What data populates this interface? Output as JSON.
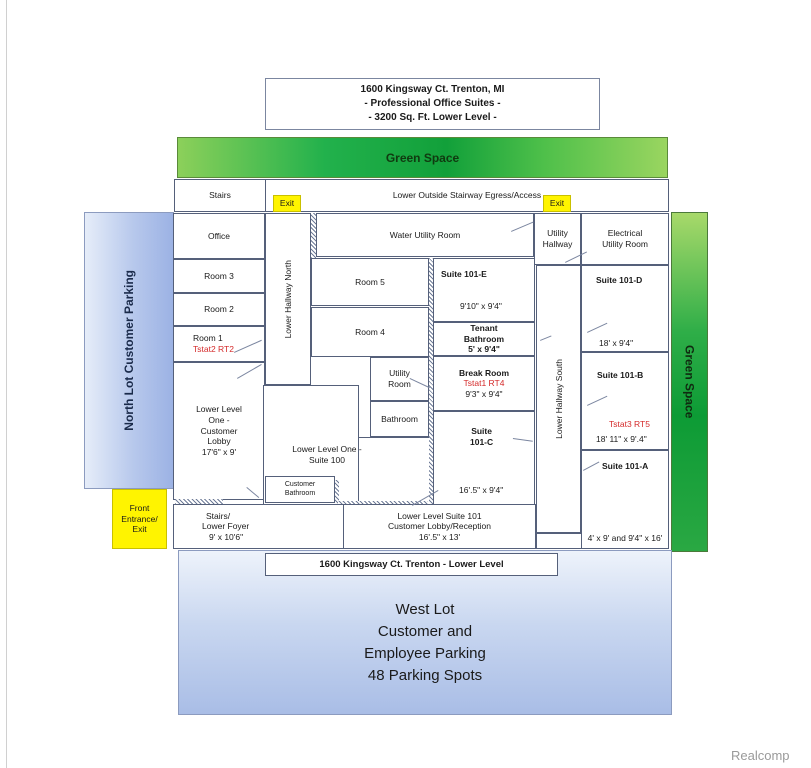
{
  "title": {
    "line1": "1600 Kingsway Ct. Trenton, MI",
    "line2": "- Professional Office Suites -",
    "line3": "-  3200 Sq. Ft. Lower Level -"
  },
  "green_space_top": "Green Space",
  "green_space_right": "Green Space",
  "north_lot": "North Lot Customer  Parking",
  "stairs_top": "Stairs",
  "stairway": "Lower Outside Stairway Egress/Access",
  "exit_left": "Exit",
  "exit_right": "Exit",
  "office": "Office",
  "room3": "Room 3",
  "room2": "Room 2",
  "room1": {
    "name": "Room 1",
    "tstat": "Tstat2 RT2"
  },
  "lobby": {
    "line1": "Lower Level",
    "line2": "One -",
    "line3": "Customer",
    "line4": "Lobby",
    "dims": "17'6\" x 9'"
  },
  "hallway_north": "Lower Hallway North",
  "water_utility": "Water Utility Room",
  "room5": "Room 5",
  "room4": "Room 4",
  "utility_room": {
    "line1": "Utility",
    "line2": "Room"
  },
  "bathroom": "Bathroom",
  "suite100": {
    "line1": "Lower Level One -",
    "line2": "Suite 100"
  },
  "customer_bathroom": {
    "line1": "Customer",
    "line2": "Bathroom"
  },
  "suite101e": {
    "name": "Suite 101-E",
    "dims": "9'10\" x 9'4\""
  },
  "tenant_bathroom": {
    "line1": "Tenant",
    "line2": "Bathroom",
    "dims": "5' x 9'4\""
  },
  "break_room": {
    "name": "Break Room",
    "tstat": "Tstat1 RT4",
    "dims": "9'3\" x 9'4\""
  },
  "suite101c": {
    "line1": "Suite",
    "line2": "101-C",
    "dims": "16'.5\" x 9'4\""
  },
  "utility_hallway": {
    "line1": "Utility",
    "line2": "Hallway"
  },
  "hallway_south": "Lower Hallway South",
  "electrical": {
    "line1": "Electrical",
    "line2": "Utility Room"
  },
  "suite101d": {
    "name": "Suite 101-D",
    "dims": "18' x 9'4\""
  },
  "suite101b": {
    "name": "Suite 101-B",
    "tstat": "Tstat3 RT5",
    "dims": "18' 11\" x 9'.4\""
  },
  "suite101a": {
    "name": "Suite 101-A",
    "dims": "4' x 9' and  9'4\" x 16'"
  },
  "front_entrance": {
    "line1": "Front",
    "line2": "Entrance/",
    "line3": "Exit"
  },
  "stairs_foyer": {
    "line1": "Stairs/",
    "line2": "Lower Foyer",
    "dims": "9' x 10'6\""
  },
  "suite101_lobby": {
    "line1": "Lower Level Suite 101",
    "line2": "Customer Lobby/Reception",
    "dims": "16'.5\" x 13'"
  },
  "lower_level_label": "1600 Kingsway Ct. Trenton  - Lower Level",
  "west_lot": {
    "line1": "West Lot",
    "line2": "Customer and",
    "line3": "Employee Parking",
    "line4": "48 Parking Spots"
  },
  "watermark": "Realcomp",
  "colors": {
    "green": "#22b14c",
    "blue": "#a9bde6",
    "yellow": "#fff400",
    "tstat_red": "#d42a2a"
  }
}
